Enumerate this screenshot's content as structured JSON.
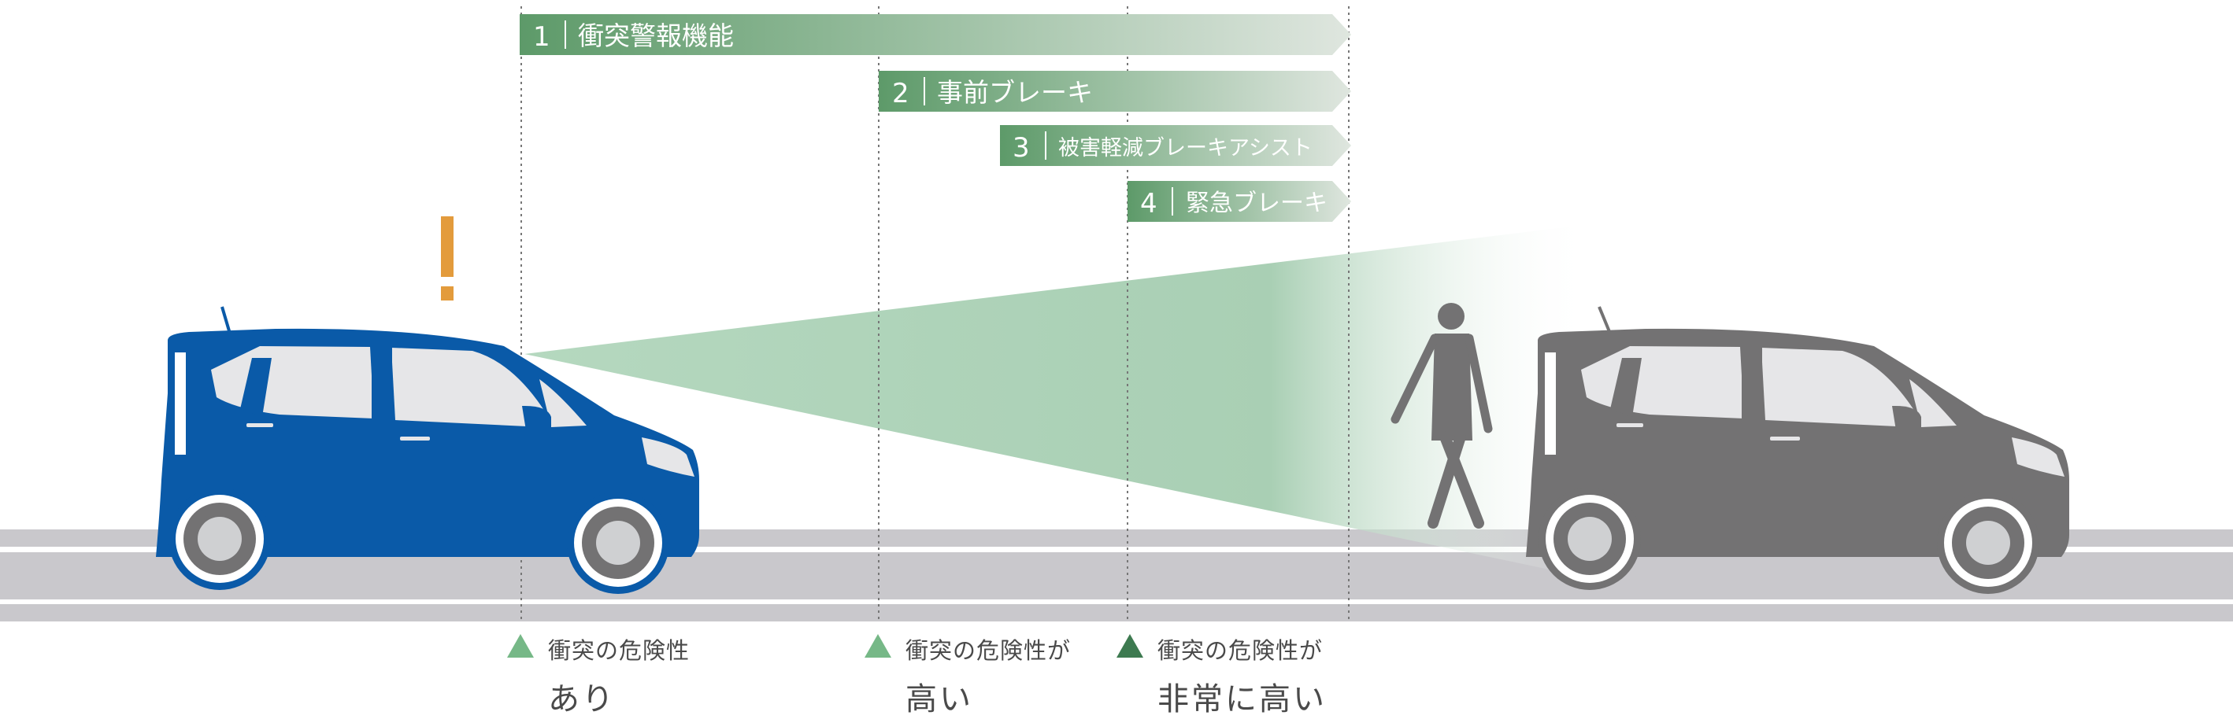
{
  "colors": {
    "bar_green": "#5d9a69",
    "beam_green": "#b7d9c1",
    "own_car_blue": "#0a5aa8",
    "target_car_gray": "#737273",
    "warning_orange": "#e39b3c",
    "road_gray": "#c9c8cc",
    "marker_light": "#76b887",
    "marker_dark": "#3d7a50"
  },
  "icons": [
    "exclamation-icon",
    "pedestrian-icon",
    "triangle-marker-icon"
  ],
  "stages": [
    {
      "num": "1",
      "label": "衝突警報機能"
    },
    {
      "num": "2",
      "label": "事前ブレーキ"
    },
    {
      "num": "3",
      "label": "被害軽減ブレーキアシスト"
    },
    {
      "num": "4",
      "label": "緊急ブレーキ"
    }
  ],
  "risk_labels": [
    {
      "line1": "衝突の危険性",
      "line2": "あり",
      "level": "light"
    },
    {
      "line1": "衝突の危険性が",
      "line2": "高い",
      "level": "light"
    },
    {
      "line1": "衝突の危険性が",
      "line2": "非常に高い",
      "level": "dark"
    }
  ],
  "warning_symbol": "!"
}
